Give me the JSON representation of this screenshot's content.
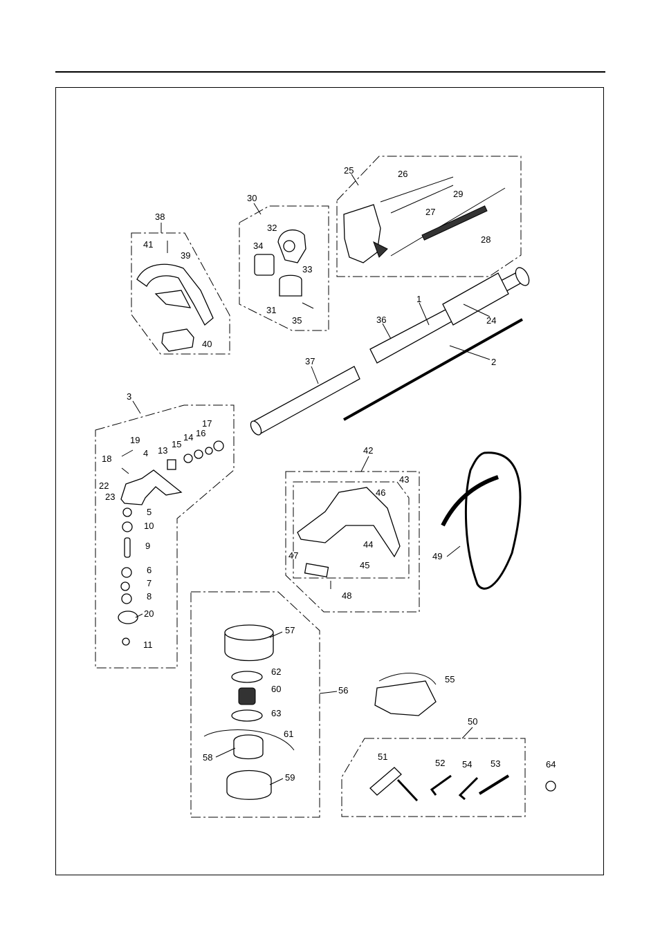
{
  "diagram": {
    "labels": [
      "1",
      "2",
      "3",
      "4",
      "5",
      "6",
      "7",
      "8",
      "9",
      "10",
      "11",
      "13",
      "14",
      "15",
      "16",
      "17",
      "18",
      "19",
      "20",
      "22",
      "23",
      "24",
      "25",
      "26",
      "27",
      "28",
      "29",
      "30",
      "31",
      "32",
      "33",
      "34",
      "35",
      "36",
      "37",
      "38",
      "39",
      "40",
      "41",
      "42",
      "43",
      "44",
      "45",
      "46",
      "47",
      "48",
      "49",
      "50",
      "51",
      "52",
      "53",
      "54",
      "55",
      "56",
      "57",
      "58",
      "59",
      "60",
      "61",
      "62",
      "63",
      "64"
    ]
  }
}
